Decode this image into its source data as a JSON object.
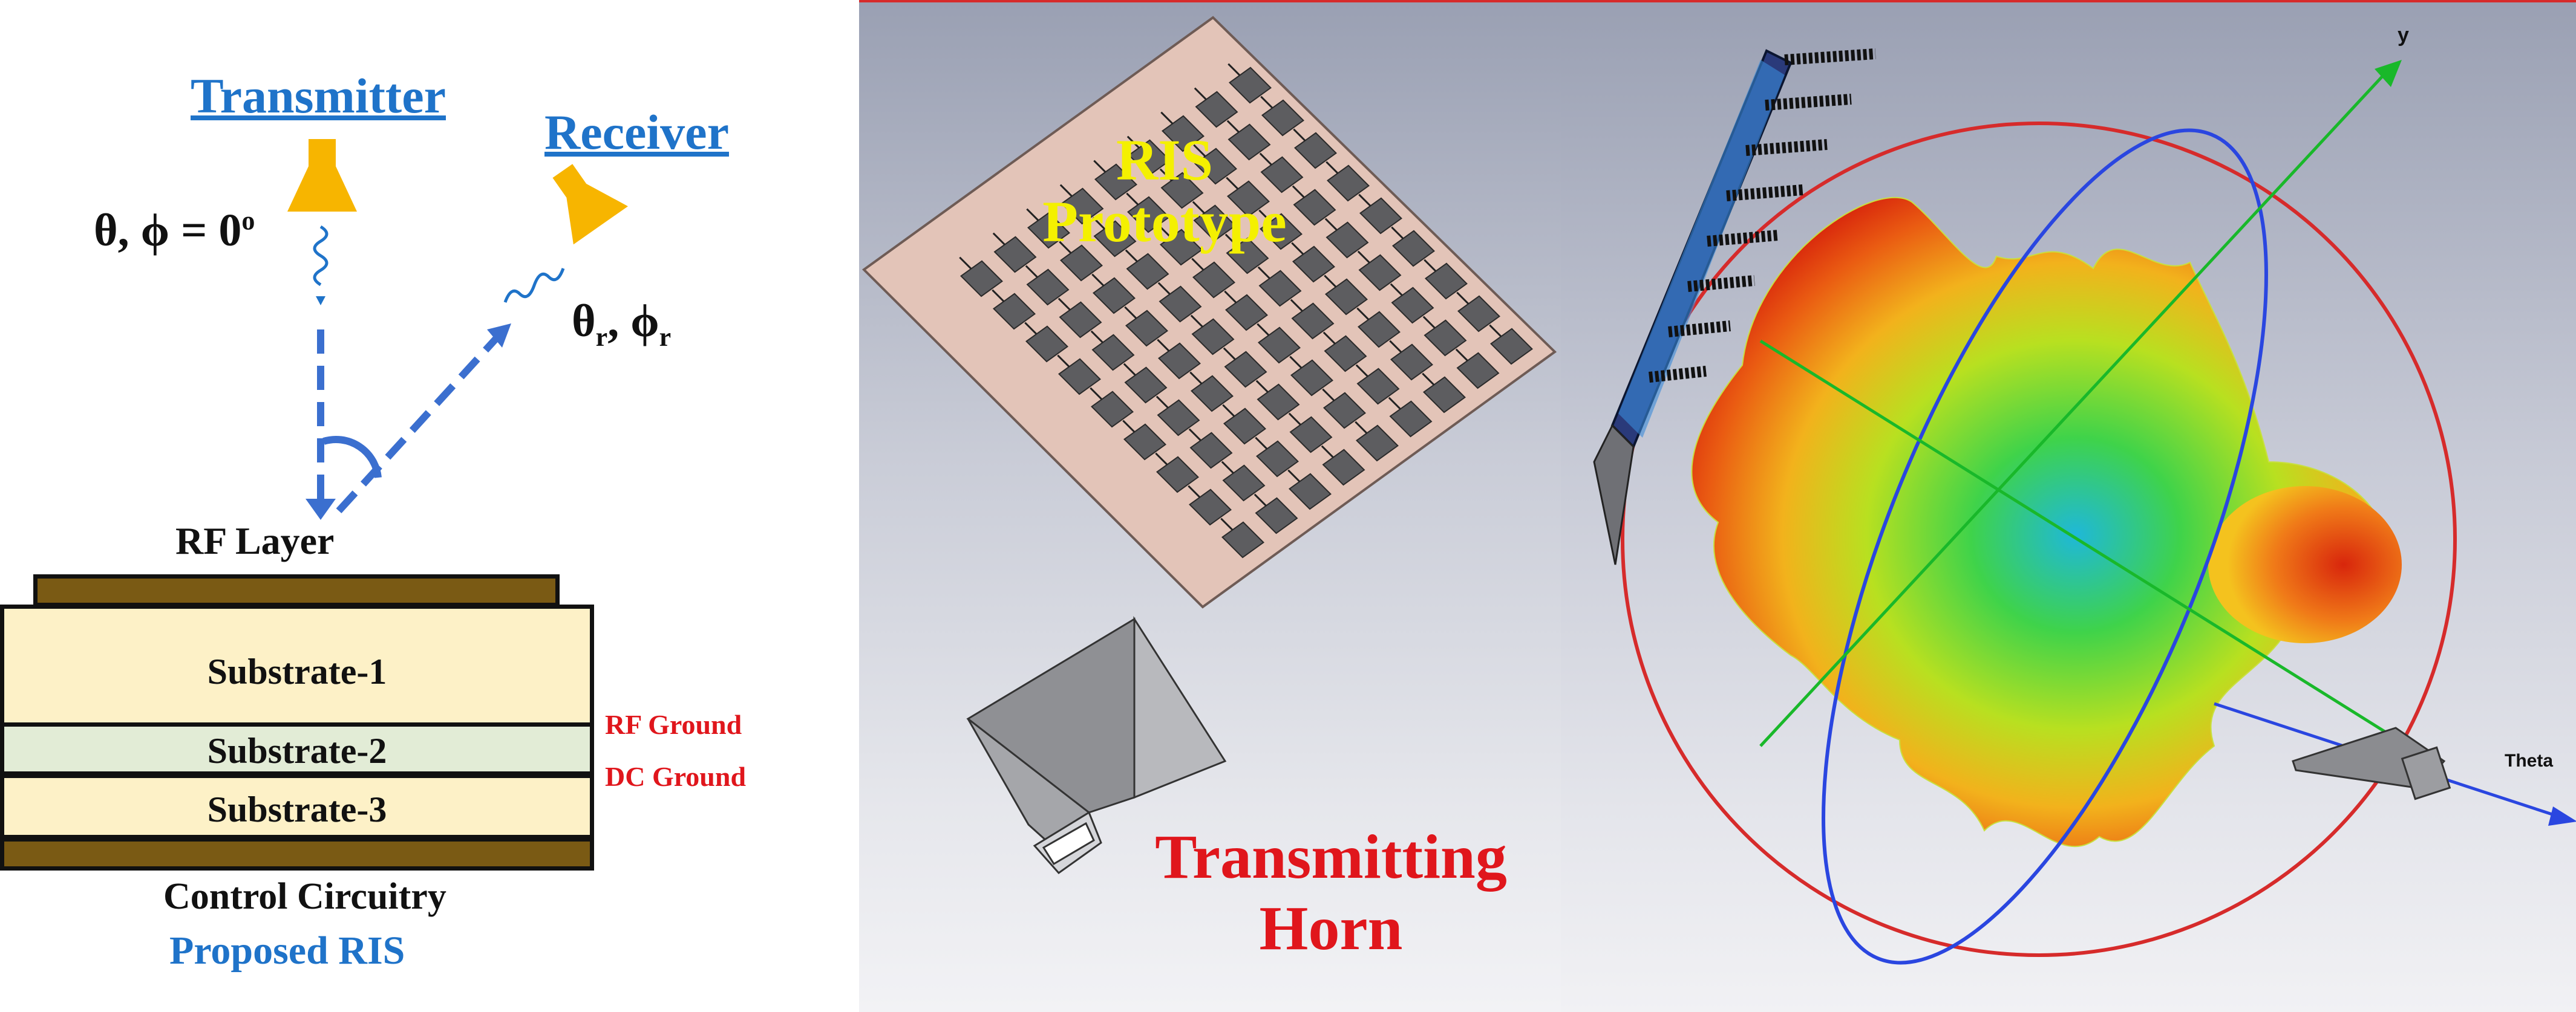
{
  "left": {
    "transmitter": "Transmitter",
    "receiver": "Receiver",
    "angle_in": "θ, ϕ = 0",
    "angle_in_sup": "o",
    "theta_r": "θ",
    "theta_r_sub": "r",
    "phi_r": "ϕ",
    "phi_r_sub": "r",
    "rf_layer": "RF Layer",
    "substrate1": "Substrate-1",
    "substrate2": "Substrate-2",
    "substrate3": "Substrate-3",
    "rf_ground": "RF Ground",
    "dc_ground": "DC Ground",
    "control": "Control Circuitry",
    "proposed": "Proposed RIS"
  },
  "middle": {
    "ris_line1": "RIS",
    "ris_line2": "Prototype",
    "horn_line1": "Transmitting",
    "horn_line2": "Horn"
  },
  "right": {
    "axis_y": "y",
    "axis_theta": "Theta"
  },
  "colors": {
    "accent_blue": "#1f73c9",
    "horn_yellow": "#f7b500",
    "label_red": "#e0161c",
    "label_yellow": "#f4f000"
  }
}
